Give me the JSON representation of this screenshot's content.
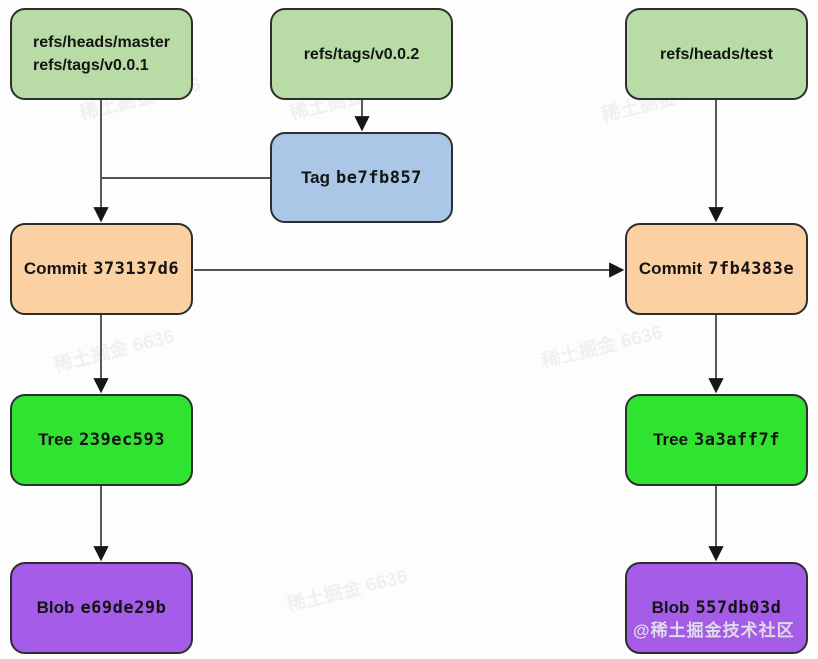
{
  "colors": {
    "background": "#fdfdfd",
    "ref_fill": "#b9dca6",
    "tag_fill": "#abc7e8",
    "commit_fill": "#fbd0a3",
    "tree_fill": "#31e331",
    "blob_fill": "#a55ce8",
    "node_border": "#2e2e2e",
    "arrow": "#3c3c3c",
    "text": "#141414"
  },
  "nodes": {
    "ref_master": {
      "lines": [
        "refs/heads/master",
        "refs/tags/v0.0.1"
      ]
    },
    "ref_v002": {
      "lines": [
        "refs/tags/v0.0.2"
      ]
    },
    "ref_test": {
      "lines": [
        "refs/heads/test"
      ]
    },
    "tag": {
      "label": "Tag",
      "hash": "be7fb857"
    },
    "commit_left": {
      "label": "Commit",
      "hash": "373137d6"
    },
    "commit_right": {
      "label": "Commit",
      "hash": "7fb4383e"
    },
    "tree_left": {
      "label": "Tree",
      "hash": "239ec593"
    },
    "tree_right": {
      "label": "Tree",
      "hash": "3a3aff7f"
    },
    "blob_left": {
      "label": "Blob",
      "hash": "e69de29b"
    },
    "blob_right": {
      "label": "Blob",
      "hash": "557db03d"
    }
  },
  "watermark": {
    "tile_text": "稀土掘金 6636",
    "credit": "@稀土掘金技术社区"
  }
}
